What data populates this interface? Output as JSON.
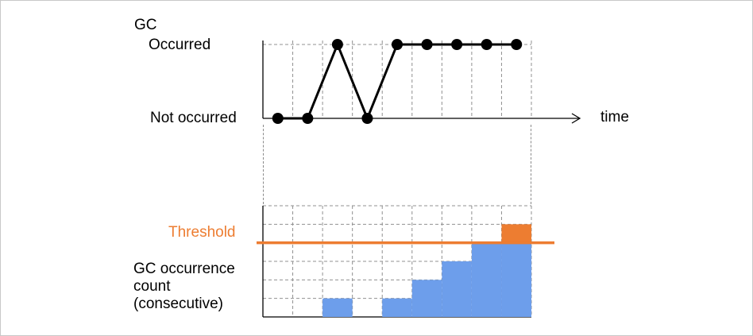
{
  "labels": {
    "gc": "GC",
    "occurred": "Occurred",
    "not_occurred": "Not occurred",
    "time": "time",
    "threshold": "Threshold",
    "count_caption": "GC occurrence\ncount\n(consecutive)"
  },
  "colors": {
    "line": "#000000",
    "grid": "#909090",
    "bar_blue": "#6d9eeb",
    "orange": "#ed7d31",
    "frame_border": "#c8c8c8",
    "background": "#ffffff"
  },
  "chart_data": [
    {
      "type": "line",
      "title": "GC",
      "xlabel": "time",
      "x": [
        1,
        2,
        3,
        4,
        5,
        6,
        7,
        8,
        9
      ],
      "values": [
        0,
        0,
        1,
        0,
        1,
        1,
        1,
        1,
        1
      ],
      "y_tick_labels": [
        "Not occurred",
        "Occurred"
      ],
      "marker": "filled-circle",
      "grid": "dashed",
      "ylim": [
        0,
        1
      ]
    },
    {
      "type": "bar",
      "title": "GC occurrence count (consecutive)",
      "x": [
        1,
        2,
        3,
        4,
        5,
        6,
        7,
        8,
        9
      ],
      "values": [
        0,
        0,
        1,
        0,
        1,
        2,
        3,
        4,
        5
      ],
      "threshold": 4,
      "threshold_label": "Threshold",
      "ylim": [
        0,
        6
      ],
      "grid": "dashed",
      "bar_color": "#6d9eeb",
      "above_threshold_color": "#ed7d31"
    }
  ]
}
